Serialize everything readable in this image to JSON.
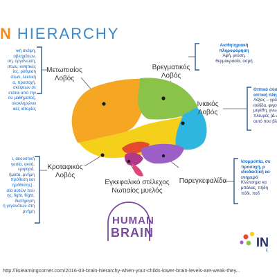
{
  "title": {
    "part1": "N",
    "part2": "HIERARCHY"
  },
  "lobes": {
    "frontal": [
      "Μετωπιαίος",
      "Λοβός"
    ],
    "parietal": [
      "Βρεγματικός",
      "Λοβός"
    ],
    "occipital": [
      "Ινιακός",
      "Λοβός"
    ],
    "temporal": [
      "Κροταφικός",
      "Λοβός"
    ],
    "cerebellum": [
      "Παρεγκεφαλίδα"
    ],
    "brainstem": [
      "Εγκεφαλικό στέλεχος",
      "Νωτιαίος μυελός"
    ]
  },
  "notes": {
    "frontal": [
      "ική σκέψη,",
      "οβλημάτων,",
      "ση, οργάνωση,",
      "στων, κινητικές",
      "ίες, ρύθμιση",
      "άτων, λεκτική",
      "α, προσοχή.",
      "σκέψεων σε",
      "ετάται από την",
      "ου μαθήματος,",
      "ολοκληρώνει",
      "ικές ιστορίες"
    ],
    "parietal": [
      "Αισθητηριακή",
      "πληροφόρηση",
      "Αφή, γεύση,",
      "θερμοκρασία, οσμή"
    ],
    "occipital": [
      "Οπτικό σύστη",
      "οπτική πληρο",
      "Λέξεις – γράμμ",
      "σελίδα, φιγού",
      "μεγέθη, γνωρ",
      "πλευρές (Δ-Α),",
      "αυτό που βλέ"
    ],
    "temporal": [
      "ι, ακουστική",
      "γασία, ακοή,",
      "εριφορά,",
      "ήματα, μνήμη",
      "πρόθεση και",
      "ηρόθεσης) .",
      "σία αυτών που",
      "ης, fight, flight,",
      "διατήρηση",
      "ή γεγονότων στη",
      "μνήμη"
    ],
    "cerebellum": [
      "Ισορροπία, συ",
      "προσοχή, ρ",
      "ιδιοδεκτική κα",
      "ενημερό",
      "Κλώτσημα κα",
      "μπάλας, πήδη",
      "πόδι, ποδ"
    ]
  },
  "logo": {
    "line1": "HUMAN",
    "line2": "BRAIN"
  },
  "brand": {
    "name": "IN",
    "sub": "L"
  },
  "source": "http://ilslearningcorner.com/2016-03-brain-hierarchy-when-your-childs-lower-brain-levels-are-weak-they...",
  "colors": {
    "frontal": "#f5a623",
    "parietal": "#8bc34a",
    "occipital": "#2fb6e0",
    "temporal": "#f5d01a",
    "cerebellum": "#9c5fc7",
    "brainstem_lower": "#e0457b",
    "brainstem_upper": "#b03a8a",
    "limbic": "#e64a2e",
    "bracket": "#2e5a8c",
    "note_text": "#1565c0",
    "title_n": "#f28c1c",
    "title_h": "#3a88c9"
  }
}
